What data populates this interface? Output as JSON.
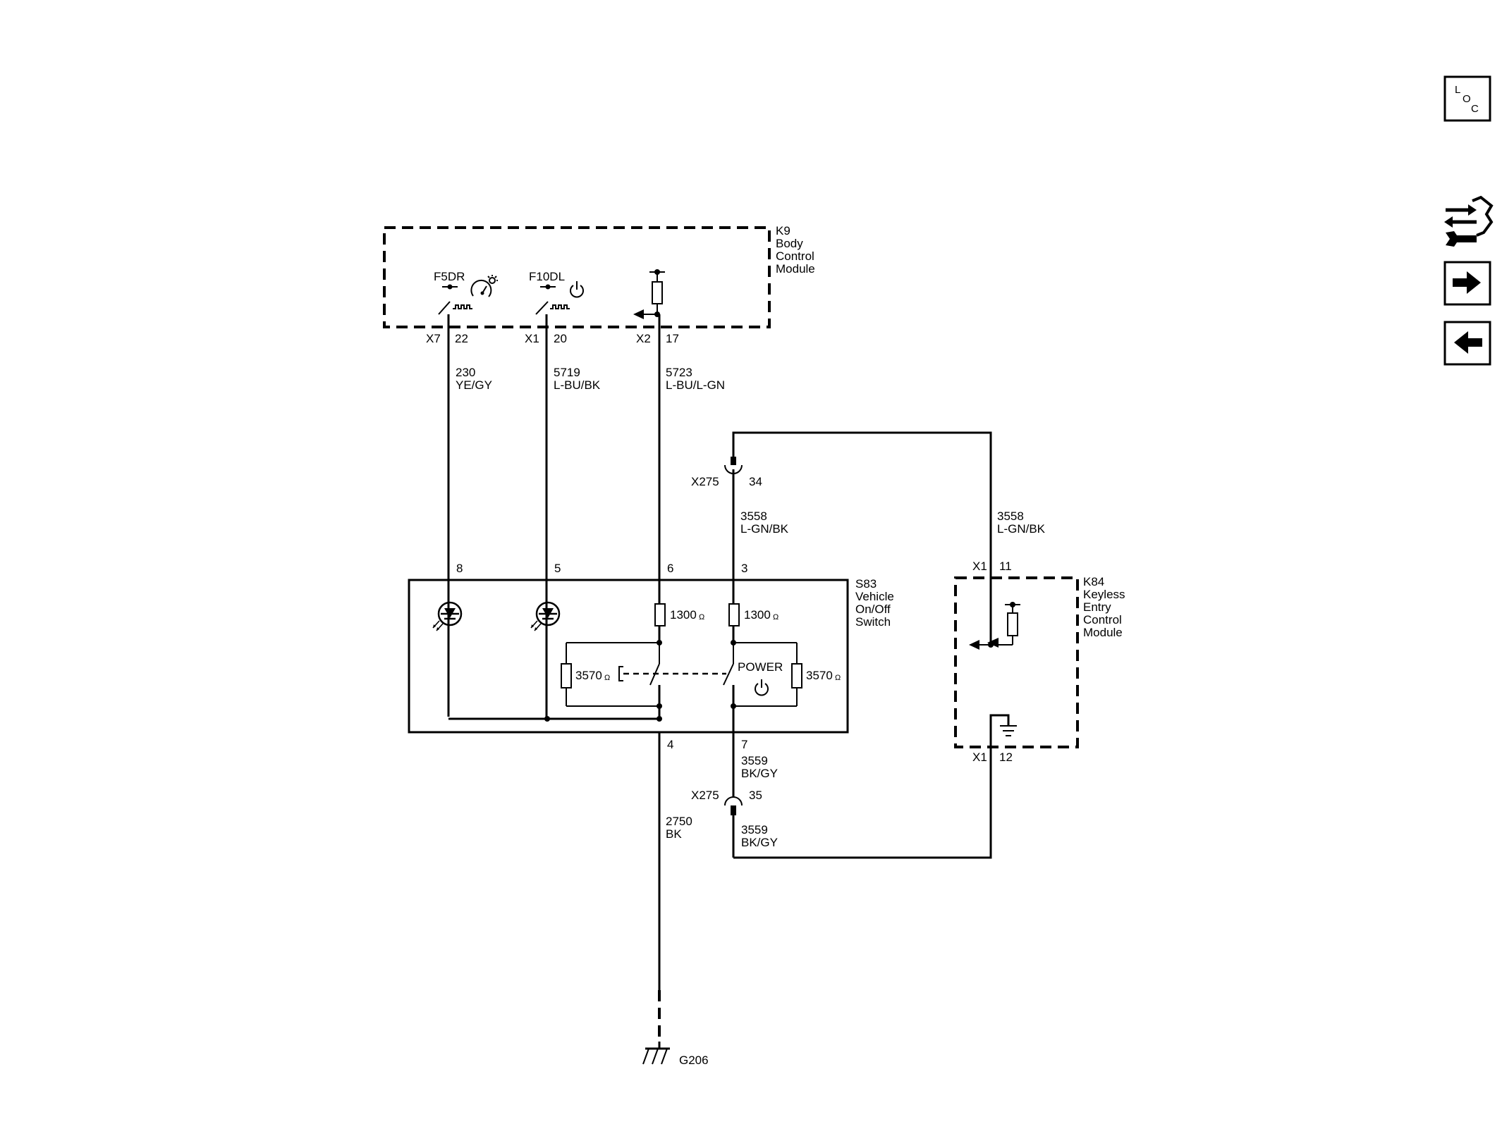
{
  "nav": {
    "loc_letters": [
      "L",
      "O",
      "C"
    ],
    "icons": [
      "loc-icon",
      "connector-swap-icon",
      "next-arrow-icon",
      "previous-arrow-icon"
    ]
  },
  "modules": {
    "k9": {
      "lines": [
        "K9",
        "Body",
        "Control",
        "Module"
      ]
    },
    "s83": {
      "lines": [
        "S83",
        "Vehicle",
        "On/Off",
        "Switch"
      ]
    },
    "k84": {
      "lines": [
        "K84",
        "Keyless",
        "Entry",
        "Control",
        "Module"
      ]
    }
  },
  "k9_pins": {
    "f5dr": "F5DR",
    "f10dl": "F10DL",
    "x7": "X7",
    "p22": "22",
    "x1": "X1",
    "p20": "20",
    "x2": "X2",
    "p17": "17"
  },
  "wires": {
    "w230": [
      "230",
      "YE/GY"
    ],
    "w5719": [
      "5719",
      "L-BU/BK"
    ],
    "w5723": [
      "5723",
      "L-BU/L-GN"
    ],
    "w3558a": [
      "3558",
      "L-GN/BK"
    ],
    "w3558b": [
      "3558",
      "L-GN/BK"
    ],
    "w3559a": [
      "3559",
      "BK/GY"
    ],
    "w3559b": [
      "3559",
      "BK/GY"
    ],
    "w2750": [
      "2750",
      "BK"
    ]
  },
  "connectors": {
    "x275a": "X275",
    "p34": "34",
    "x275b": "X275",
    "p35": "35",
    "k84_x1a": "X1",
    "p11": "11",
    "k84_x1b": "X1",
    "p12": "12"
  },
  "s83_pins": {
    "p8": "8",
    "p5": "5",
    "p6": "6",
    "p3": "3",
    "p4": "4",
    "p7": "7"
  },
  "components": {
    "r1": "1300",
    "r2": "1300",
    "r3": "3570",
    "r4": "3570",
    "ohm": "Ω",
    "power": "POWER"
  },
  "ground": "G206"
}
